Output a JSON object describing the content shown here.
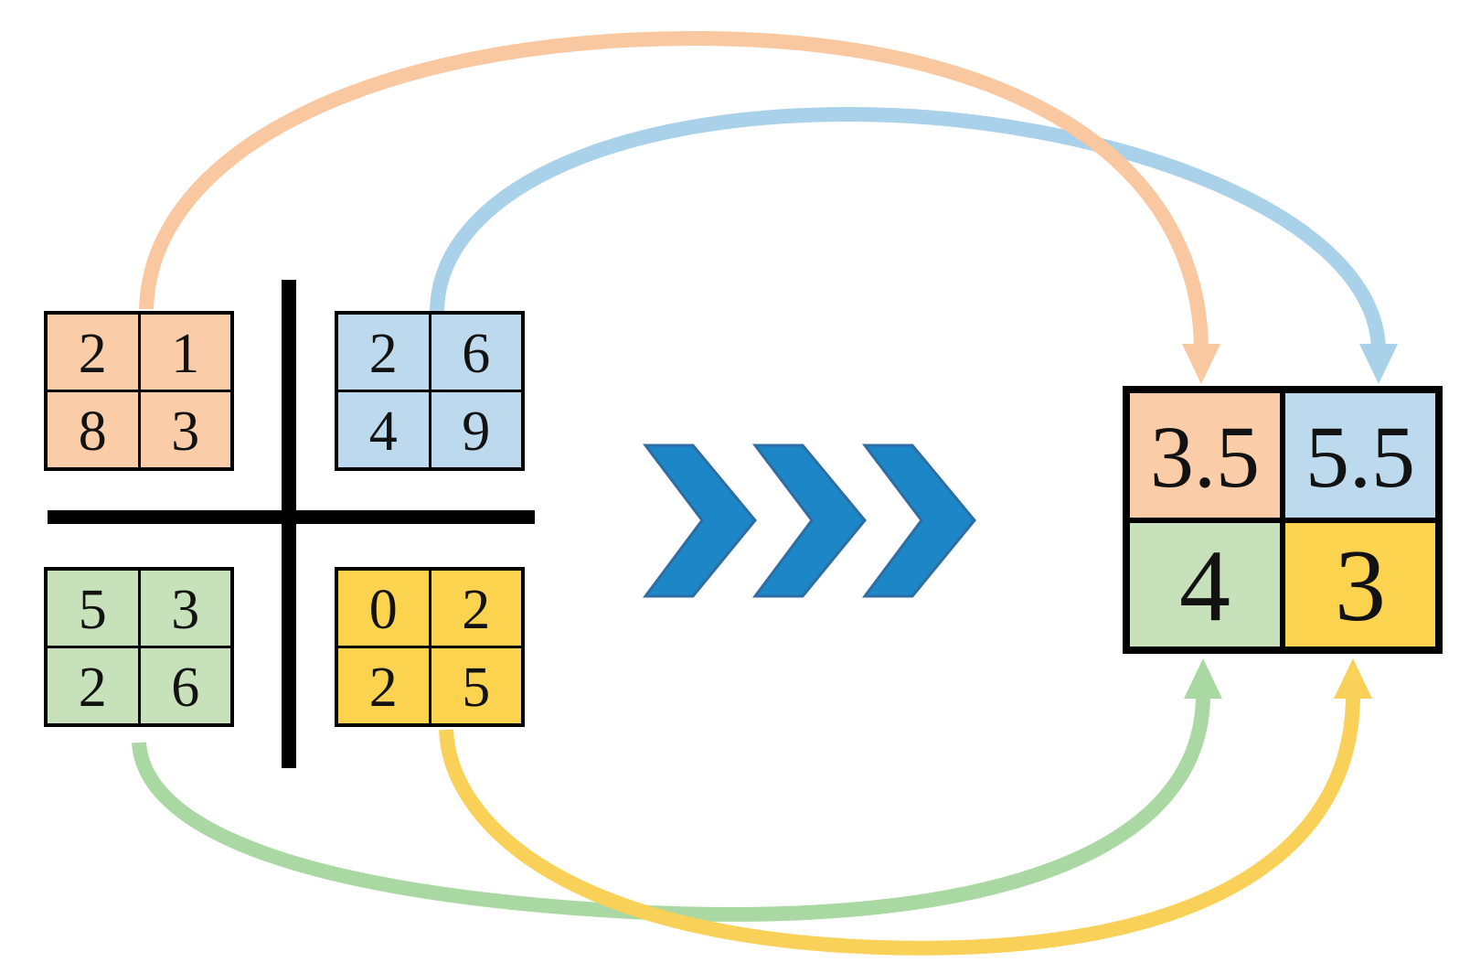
{
  "figure": {
    "type": "average-pooling-diagram",
    "background": "#FFFFFF",
    "divider_color": "#000000",
    "input_matrices": [
      {
        "position": "top-left",
        "fill": "#FACDA8",
        "arrow_color": "#F9C7A0",
        "cells": [
          "2",
          "1",
          "8",
          "3"
        ]
      },
      {
        "position": "top-right",
        "fill": "#BDD9ED",
        "arrow_color": "#AAD1EA",
        "cells": [
          "2",
          "6",
          "4",
          "9"
        ]
      },
      {
        "position": "bottom-left",
        "fill": "#C7E2BA",
        "arrow_color": "#AAD8A2",
        "cells": [
          "5",
          "3",
          "2",
          "6"
        ]
      },
      {
        "position": "bottom-right",
        "fill": "#FBD34E",
        "arrow_color": "#FAD158",
        "cells": [
          "0",
          "2",
          "2",
          "5"
        ]
      }
    ],
    "output_matrix": {
      "cells": [
        {
          "value": "3.5",
          "fill": "#FACDA8"
        },
        {
          "value": "5.5",
          "fill": "#BDD9ED"
        },
        {
          "value": "4",
          "fill": "#C7E2BA"
        },
        {
          "value": "3",
          "fill": "#FBD34E"
        }
      ]
    },
    "chevrons": {
      "count": 3,
      "fill": "#1C86C6",
      "stroke": "#2E6DA4"
    }
  }
}
